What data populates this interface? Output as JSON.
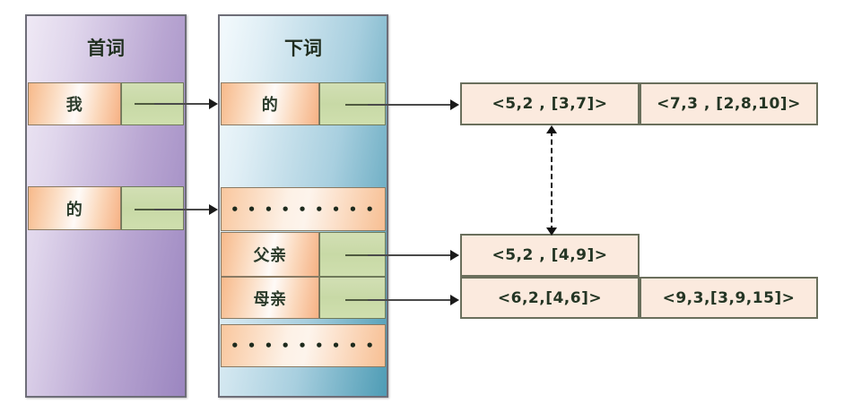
{
  "diagram": {
    "title_first_word_column": "首词",
    "title_next_word_column": "下词",
    "dots_glyph": "• • • • • • • • •"
  },
  "first_word_column": {
    "header": "首词",
    "entries": [
      {
        "key": "我",
        "pointer": ""
      },
      {
        "key": "的",
        "pointer": ""
      }
    ]
  },
  "next_word_column": {
    "header": "下词",
    "entries": [
      {
        "key": "的",
        "pointer": ""
      },
      {
        "key": "• • • • • • • • •",
        "pointer": ""
      },
      {
        "key": "父亲",
        "pointer": ""
      },
      {
        "key": "母亲",
        "pointer": ""
      },
      {
        "key": "• • • • • • • • •",
        "pointer": ""
      }
    ]
  },
  "posting_lists": {
    "top_row": [
      {
        "value": "<5,2 , [3,7]>"
      },
      {
        "value": "<7,3 , [2,8,10]>"
      }
    ],
    "middle_row": [
      {
        "value": "<5,2 , [4,9]>"
      }
    ],
    "bottom_row": [
      {
        "value": "<6,2,[4,6]>"
      },
      {
        "value": "<9,3,[3,9,15]>"
      }
    ]
  },
  "colors": {
    "key_cell": "#f8c79c",
    "pointer_cell": "#cddcab",
    "posting_cell": "#fbeade",
    "first_word_column": "#b9a6d2",
    "next_word_column": "#a8cfdf",
    "border": "#6e6e78",
    "arrow": "#1a1a1a"
  }
}
